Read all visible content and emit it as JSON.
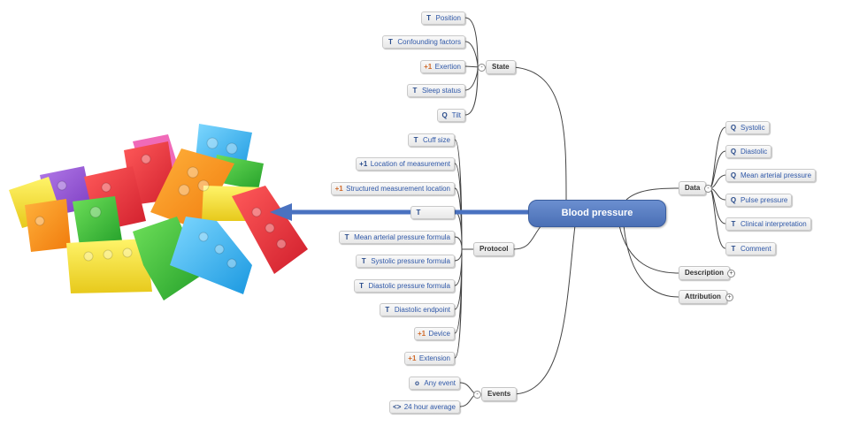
{
  "root": {
    "label": "Blood pressure"
  },
  "colors": {
    "accent": "#4a6fb5",
    "arrow": "#4a72c0",
    "node_text": "#2f58a8"
  },
  "groups": {
    "state": "State",
    "protocol": "Protocol",
    "events": "Events",
    "data": "Data",
    "description": "Description",
    "attribution": "Attribution"
  },
  "state_items": [
    {
      "label": "Position",
      "icon": "T"
    },
    {
      "label": "Confounding factors",
      "icon": "T"
    },
    {
      "label": "Exertion",
      "icon": "+1"
    },
    {
      "label": "Sleep status",
      "icon": "T"
    },
    {
      "label": "Tilt",
      "icon": "Q"
    }
  ],
  "protocol_items": [
    {
      "label": "Cuff size",
      "icon": "T"
    },
    {
      "label": "Location of measurement",
      "icon": "+1"
    },
    {
      "label": "Structured measurement location",
      "icon": "+1"
    },
    {
      "label": "",
      "icon": "T"
    },
    {
      "label": "Mean arterial pressure formula",
      "icon": "T"
    },
    {
      "label": "Systolic pressure formula",
      "icon": "T"
    },
    {
      "label": "Diastolic pressure formula",
      "icon": "T"
    },
    {
      "label": "Diastolic endpoint",
      "icon": "T"
    },
    {
      "label": "Device",
      "icon": "+1"
    },
    {
      "label": "Extension",
      "icon": "+1"
    }
  ],
  "events_items": [
    {
      "label": "Any event",
      "icon": "o"
    },
    {
      "label": "24 hour average",
      "icon": "<>"
    }
  ],
  "data_items": [
    {
      "label": "Systolic",
      "icon": "Q"
    },
    {
      "label": "Diastolic",
      "icon": "Q"
    },
    {
      "label": "Mean arterial pressure",
      "icon": "Q"
    },
    {
      "label": "Pulse pressure",
      "icon": "Q"
    },
    {
      "label": "Clinical interpretation",
      "icon": "T"
    },
    {
      "label": "Comment",
      "icon": "T"
    }
  ],
  "toggles": {
    "collapse": "-",
    "expand": "+"
  }
}
